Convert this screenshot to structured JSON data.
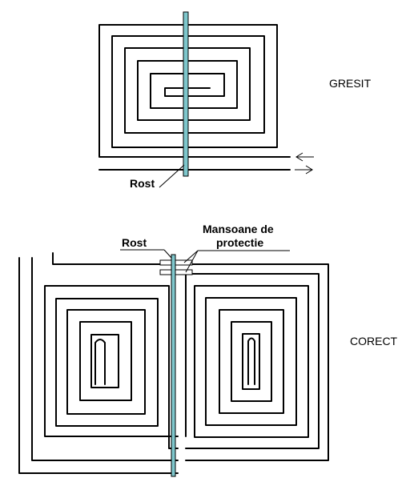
{
  "labels": {
    "wrong": "GRESIT",
    "correct": "CORECT",
    "joint_top": "Rost",
    "joint_bottom": "Rost",
    "sleeves_line1": "Mansoane de",
    "sleeves_line2": "protectie"
  },
  "colors": {
    "pipe": "#000000",
    "joint_fill": "#7ec7cc",
    "background": "#ffffff"
  }
}
